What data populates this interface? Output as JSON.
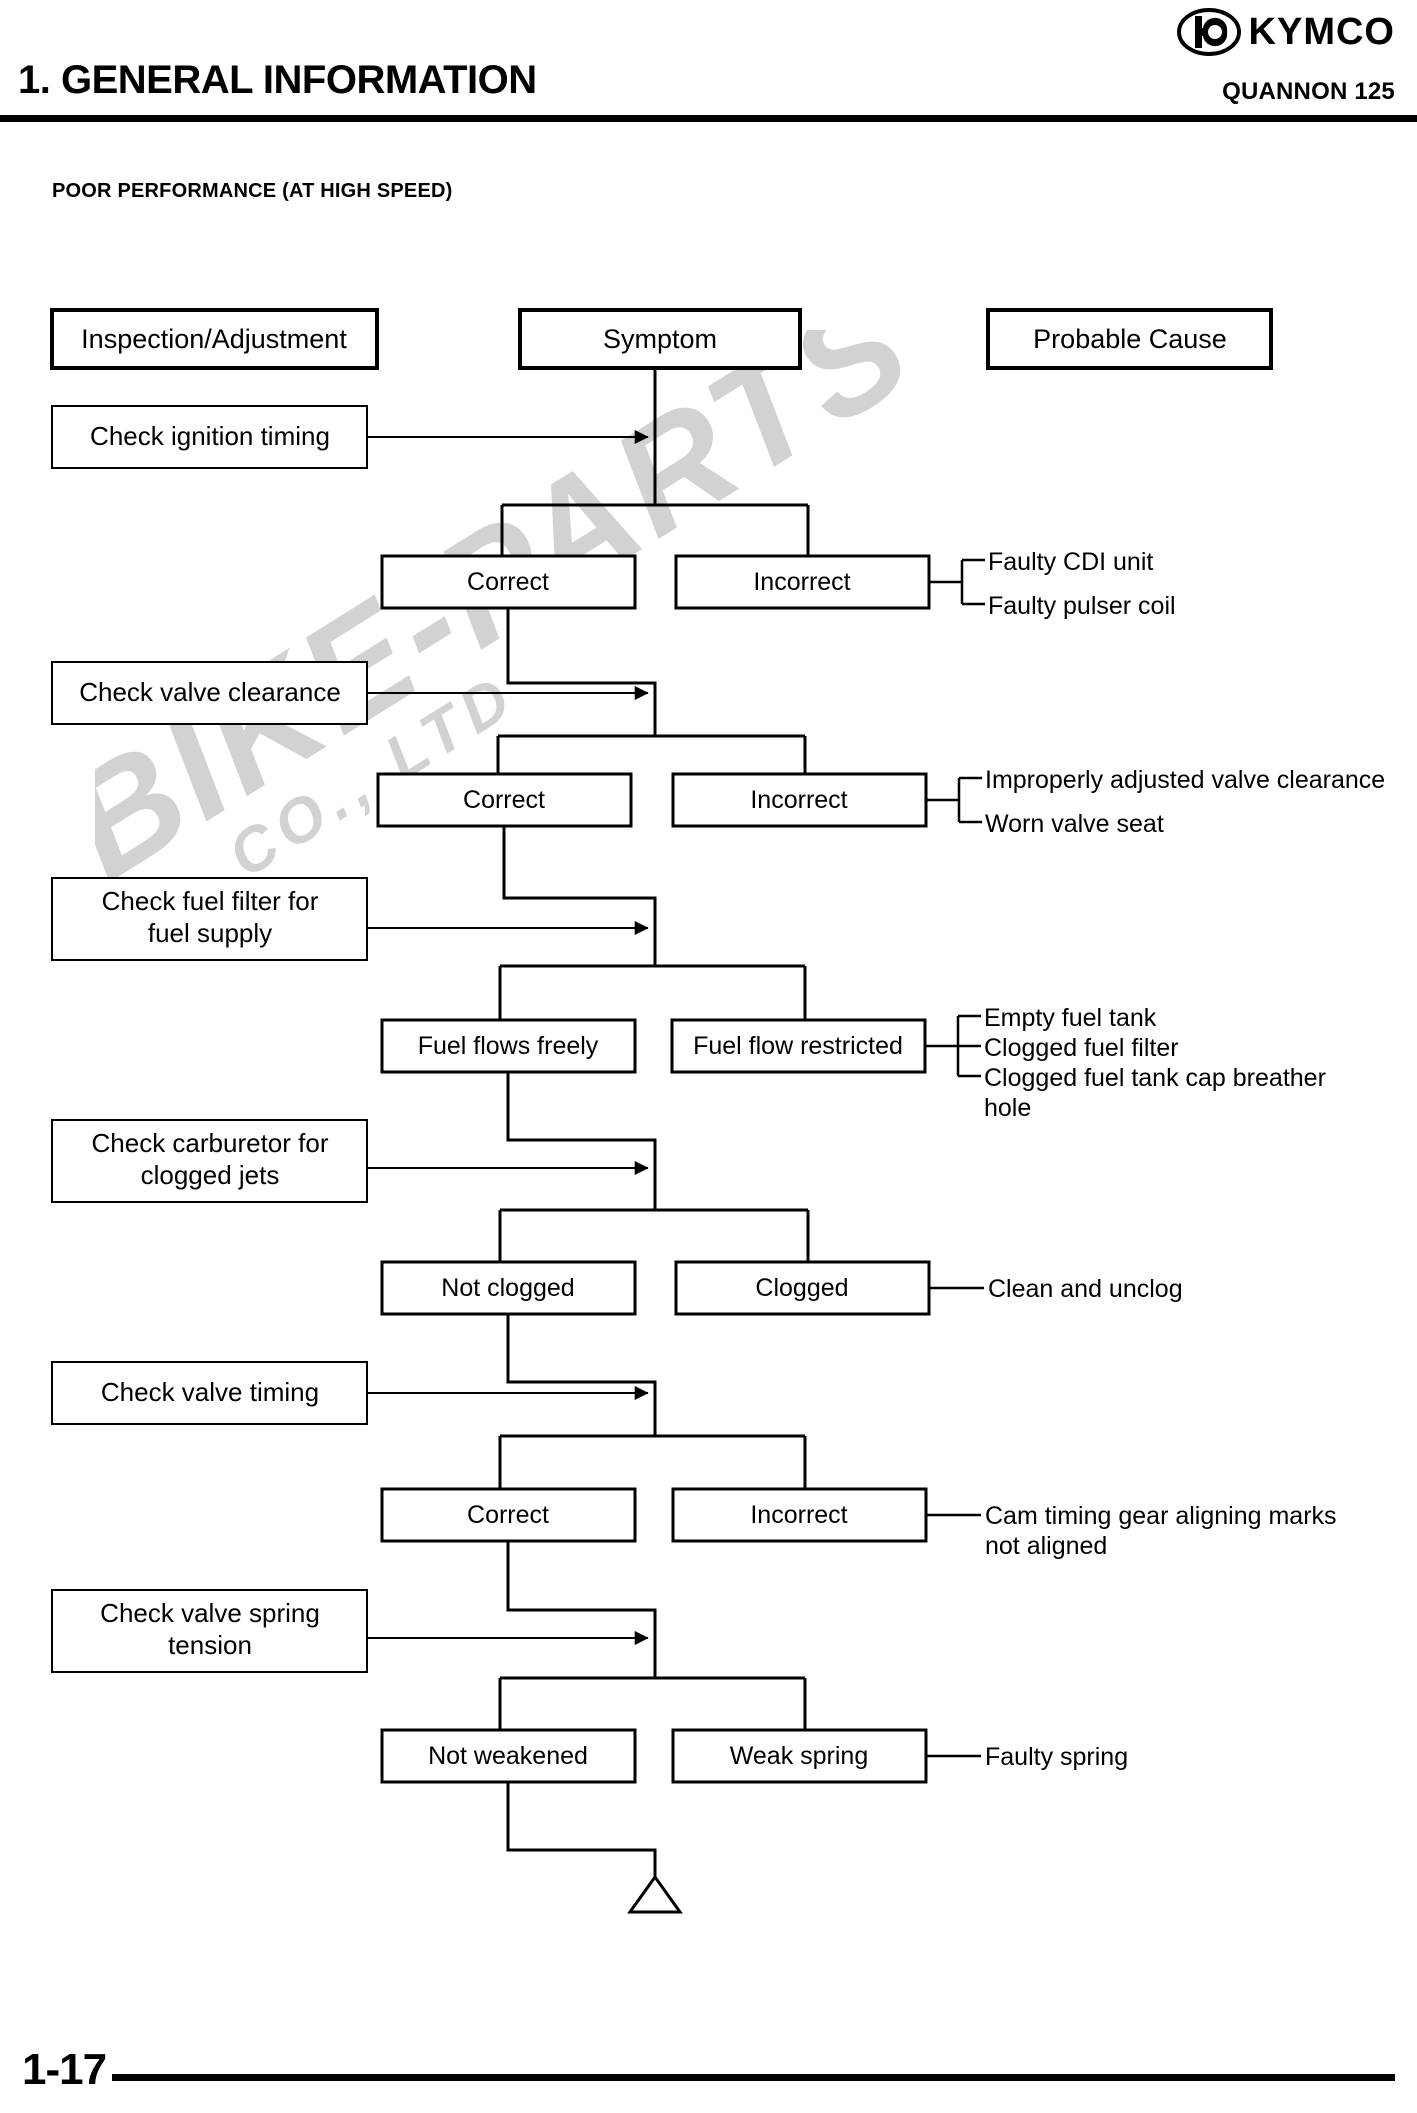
{
  "header": {
    "chapter_title": "1. GENERAL INFORMATION",
    "model": "QUANNON 125",
    "brand": "KYMCO",
    "brand_mark": "kymco-logo-icon"
  },
  "section_title": "POOR PERFORMANCE (AT HIGH SPEED)",
  "watermark": {
    "line1": "BIKE-PARTS",
    "line2": "CO., LTD"
  },
  "footer": {
    "page_number": "1-17"
  },
  "columns": {
    "inspection": "Inspection/Adjustment",
    "symptom": "Symptom",
    "probable_cause": "Probable Cause"
  },
  "steps": [
    {
      "check": "Check ignition timing",
      "ok": "Correct",
      "ng": "Incorrect",
      "causes": [
        "Faulty CDI unit",
        "Faulty pulser coil"
      ]
    },
    {
      "check": "Check valve clearance",
      "ok": "Correct",
      "ng": "Incorrect",
      "causes": [
        "Improperly adjusted valve clearance",
        "Worn valve seat"
      ]
    },
    {
      "check": "Check fuel filter for fuel supply",
      "check_l1": "Check fuel filter for",
      "check_l2": "fuel supply",
      "ok": "Fuel flows freely",
      "ng": "Fuel flow restricted",
      "causes": [
        "Empty fuel tank",
        "Clogged fuel filter",
        "Clogged fuel tank cap breather hole"
      ]
    },
    {
      "check": "Check carburetor for clogged jets",
      "check_l1": "Check carburetor for",
      "check_l2": "clogged jets",
      "ok": "Not clogged",
      "ng": "Clogged",
      "causes": [
        "Clean and unclog"
      ]
    },
    {
      "check": "Check valve timing",
      "ok": "Correct",
      "ng": "Incorrect",
      "causes": [
        "Cam timing gear aligning marks not aligned"
      ]
    },
    {
      "check": "Check valve spring tension",
      "check_l1": "Check valve spring",
      "check_l2": "tension",
      "ok": "Not weakened",
      "ng": "Weak spring",
      "causes": [
        "Faulty spring"
      ]
    }
  ],
  "colors": {
    "ink": "#000000",
    "paper": "#ffffff",
    "watermark": "#d2d2d2"
  }
}
